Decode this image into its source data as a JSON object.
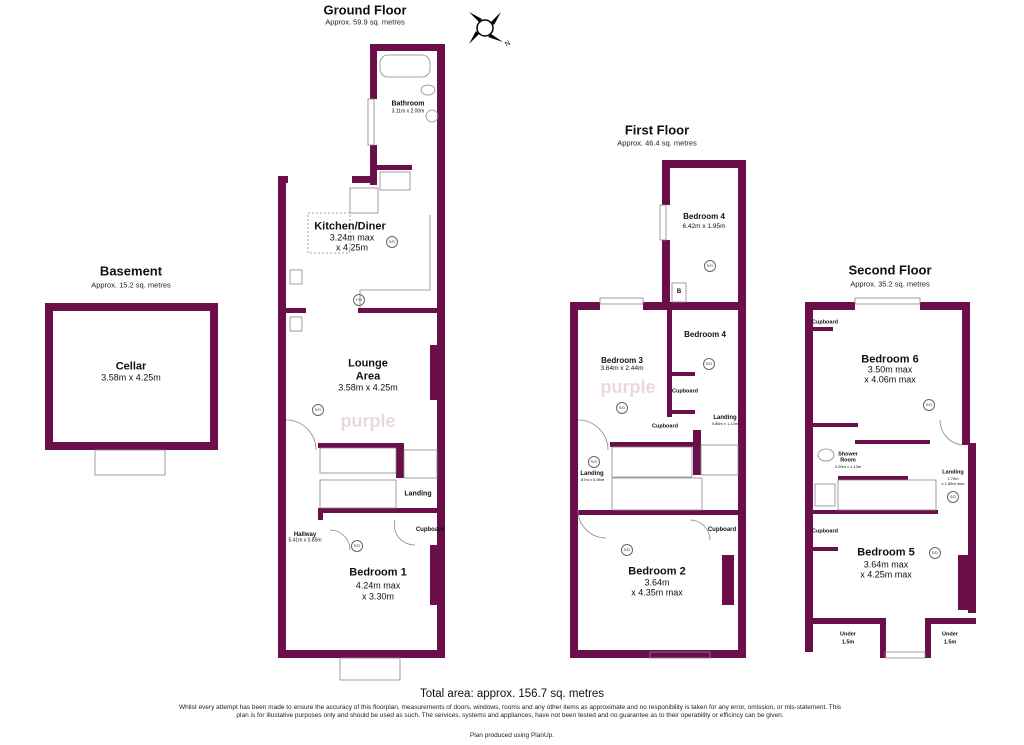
{
  "colors": {
    "wall": "#6b0f4a",
    "fixture": "#888888",
    "watermark": "#d9b8cf"
  },
  "compass": {
    "icon": "compass-rose-icon",
    "label": "N"
  },
  "watermark": "purple",
  "basement": {
    "title": "Basement",
    "area": "Approx. 15.2 sq. metres",
    "rooms": {
      "cellar": {
        "name": "Cellar",
        "dims": "3.58m x 4.25m"
      }
    }
  },
  "ground": {
    "title": "Ground Floor",
    "area": "Approx. 59.9 sq. metres",
    "rooms": {
      "bathroom": {
        "name": "Bathroom",
        "dims": "3.11m x 2.00m"
      },
      "kitchen": {
        "name": "Kitchen/Diner",
        "dims1": "3.24m max",
        "dims2": "x 4.25m"
      },
      "lounge": {
        "name1": "Lounge",
        "name2": "Area",
        "dims": "3.58m x 4.25m"
      },
      "landing": {
        "name": "Landing"
      },
      "hallway": {
        "name": "Hallway",
        "dims": "5.41m x 0.85m"
      },
      "cupboard": {
        "name": "Cupboard"
      },
      "bedroom1": {
        "name": "Bedroom 1",
        "dims1": "4.24m max",
        "dims2": "x 3.30m"
      }
    },
    "sd": "S/D",
    "fb": "F/B"
  },
  "first": {
    "title": "First Floor",
    "area": "Approx. 46.4 sq. metres",
    "rooms": {
      "bedroom4": {
        "name": "Bedroom 4",
        "dims": "6.42m x 1.95m"
      },
      "boiler": {
        "name": "B"
      },
      "bedroom4b": {
        "name": "Bedroom 4"
      },
      "bedroom3": {
        "name": "Bedroom 3",
        "dims": "3.64m x 2.44m"
      },
      "cupboard1": {
        "name": "Cupboard"
      },
      "cupboard2": {
        "name": "Cupboard"
      },
      "landing1": {
        "name": "Landing",
        "dims": "0.86m x 1.13m"
      },
      "landing2": {
        "name": "Landing",
        "dims": ".87m x 0.98m"
      },
      "cupboard3": {
        "name": "Cupboard"
      },
      "bedroom2": {
        "name": "Bedroom 2",
        "dims1": "3.64m",
        "dims2": "x 4.35m max"
      }
    },
    "sd": "S/D"
  },
  "second": {
    "title": "Second Floor",
    "area": "Approx. 35.2 sq. metres",
    "rooms": {
      "cupboard1": {
        "name": "Cupboard"
      },
      "bedroom6": {
        "name": "Bedroom 6",
        "dims1": "3.50m max",
        "dims2": "x 4.06m max"
      },
      "shower": {
        "name1": "Shower",
        "name2": "Room",
        "dims": "2.00m x 1.13m"
      },
      "landing": {
        "name": "Landing",
        "dims1": "1.70m",
        "dims2": "x 1.88m max"
      },
      "cupboard2": {
        "name": "Cupboard"
      },
      "bedroom5": {
        "name": "Bedroom 5",
        "dims1": "3.64m max",
        "dims2": "x 4.25m max"
      },
      "under1": {
        "name": "Under",
        "dims": "1.5m"
      },
      "under2": {
        "name": "Under",
        "dims": "1.5m"
      }
    },
    "sd": "S/D"
  },
  "footer": {
    "total": "Total area: approx. 156.7 sq. metres",
    "disclaimer": "Whilst every attempt has been made to ensure the accuracy of this floorplan, measurements of doors, windows, rooms and any other items as approximate and no responibility is taken for any error, omission, or mis-statement. This plan is for illustative purposes only and should be used as such. The services, systems and appliances, have not been tested and no guarantee as to their operability or efficincy can be given.",
    "credit": "Plan produced using PlanUp."
  }
}
